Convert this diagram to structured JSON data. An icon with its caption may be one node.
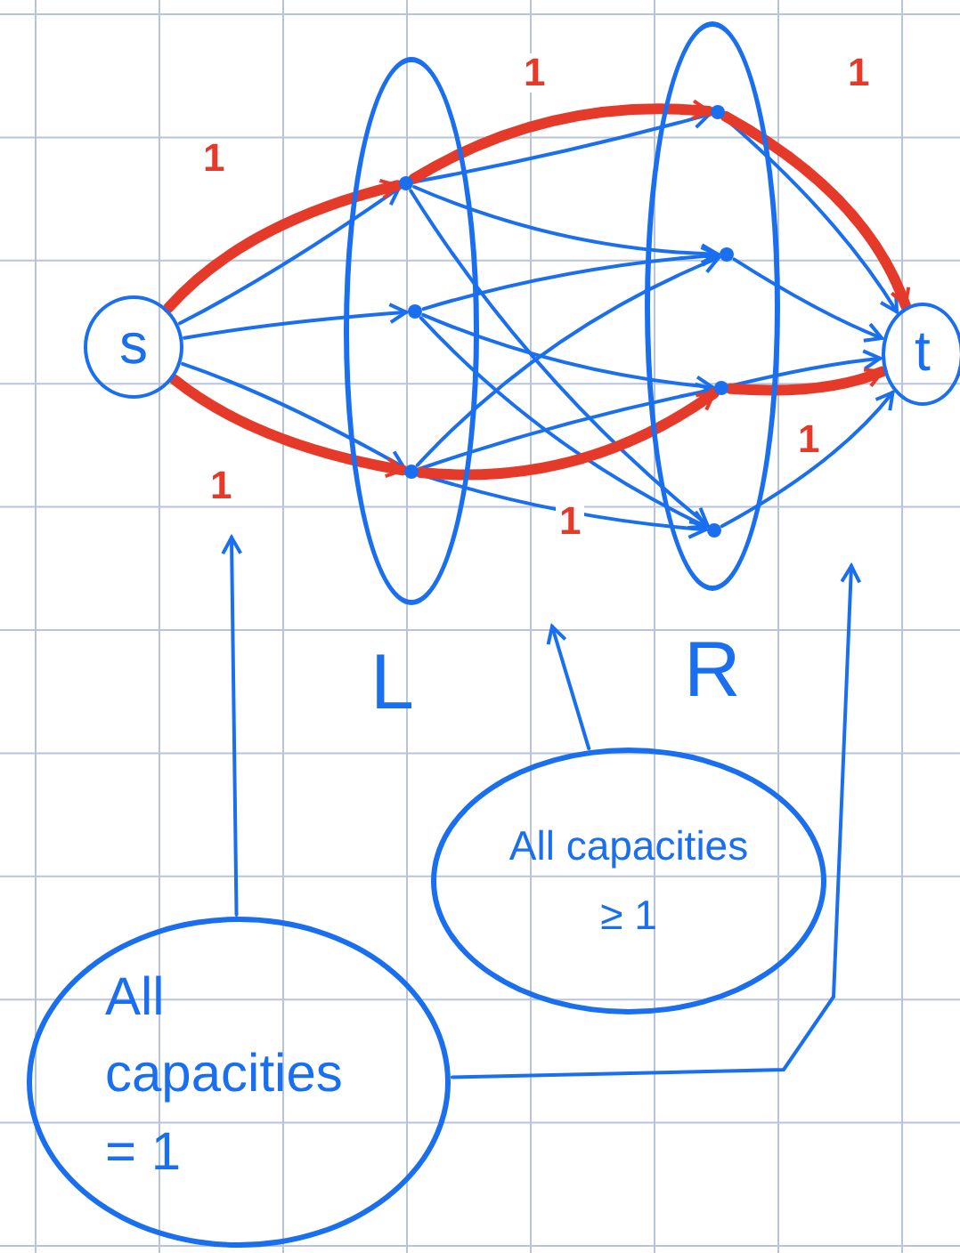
{
  "diagram": {
    "nodes": [
      {
        "text": [
          "s"
        ]
      },
      {
        "text": [],
        "shape": "ellipse"
      },
      {
        "text": [],
        "shape": "circle",
        "in": 1
      },
      {
        "text": [],
        "shape": "circle",
        "in": 1
      },
      {
        "text": [],
        "shape": "circle",
        "in": 1
      },
      {
        "text": [],
        "shape": "ellipse"
      },
      {
        "text": [],
        "shape": "circle",
        "in": 5
      },
      {
        "text": [],
        "shape": "circle",
        "in": 5
      },
      {
        "text": [],
        "shape": "circle",
        "in": 5
      },
      {
        "text": [],
        "shape": "circle",
        "in": 5
      },
      {
        "text": [
          "t"
        ]
      },
      {
        "text": [
          "All capacities = 1"
        ]
      },
      {
        "text": [
          "All capacities ≥ 1"
        ]
      }
    ],
    "edges": [
      {
        "from": 0,
        "to": 2,
        "arrow": "to"
      },
      {
        "from": 0,
        "to": 3,
        "arrow": "to"
      },
      {
        "from": 0,
        "to": 4,
        "arrow": "to"
      },
      {
        "from": 0,
        "to": 2,
        "arrow": "to",
        "label": "1",
        "style": "thick",
        "color": "#e53a2a"
      },
      {
        "from": 0,
        "to": 4,
        "arrow": "to",
        "label": "1",
        "style": "thick",
        "color": "#e53a2a"
      },
      {
        "from": 2,
        "to": 6,
        "arrow": "to"
      },
      {
        "from": 2,
        "to": 7,
        "arrow": "to"
      },
      {
        "from": 2,
        "to": 9,
        "arrow": "to"
      },
      {
        "from": 3,
        "to": 7,
        "arrow": "to"
      },
      {
        "from": 3,
        "to": 8,
        "arrow": "to"
      },
      {
        "from": 3,
        "to": 9,
        "arrow": "to"
      },
      {
        "from": 4,
        "to": 7,
        "arrow": "to"
      },
      {
        "from": 4,
        "to": 8,
        "arrow": "to"
      },
      {
        "from": 4,
        "to": 9,
        "arrow": "to"
      },
      {
        "from": 2,
        "to": 6,
        "arrow": "to",
        "label": "1",
        "style": "thick",
        "color": "#e53a2a"
      },
      {
        "from": 4,
        "to": 8,
        "arrow": "to",
        "label": "1",
        "style": "thick",
        "color": "#e53a2a"
      },
      {
        "from": 6,
        "to": 10,
        "arrow": "to"
      },
      {
        "from": 7,
        "to": 10,
        "arrow": "to"
      },
      {
        "from": 8,
        "to": 10,
        "arrow": "to"
      },
      {
        "from": 9,
        "to": 10,
        "arrow": "to"
      },
      {
        "from": 6,
        "to": 10,
        "arrow": "to",
        "label": "1",
        "style": "thick",
        "color": "#e53a2a"
      },
      {
        "from": 8,
        "to": 10,
        "arrow": "to",
        "label": "1",
        "style": "thick",
        "color": "#e53a2a"
      },
      {
        "from": 11,
        "to": null,
        "arrow": "to"
      },
      {
        "from": 12,
        "to": null,
        "arrow": "to"
      },
      {
        "from": 11,
        "to": null,
        "arrow": "to"
      }
    ],
    "labels": [
      "L",
      "R"
    ]
  }
}
